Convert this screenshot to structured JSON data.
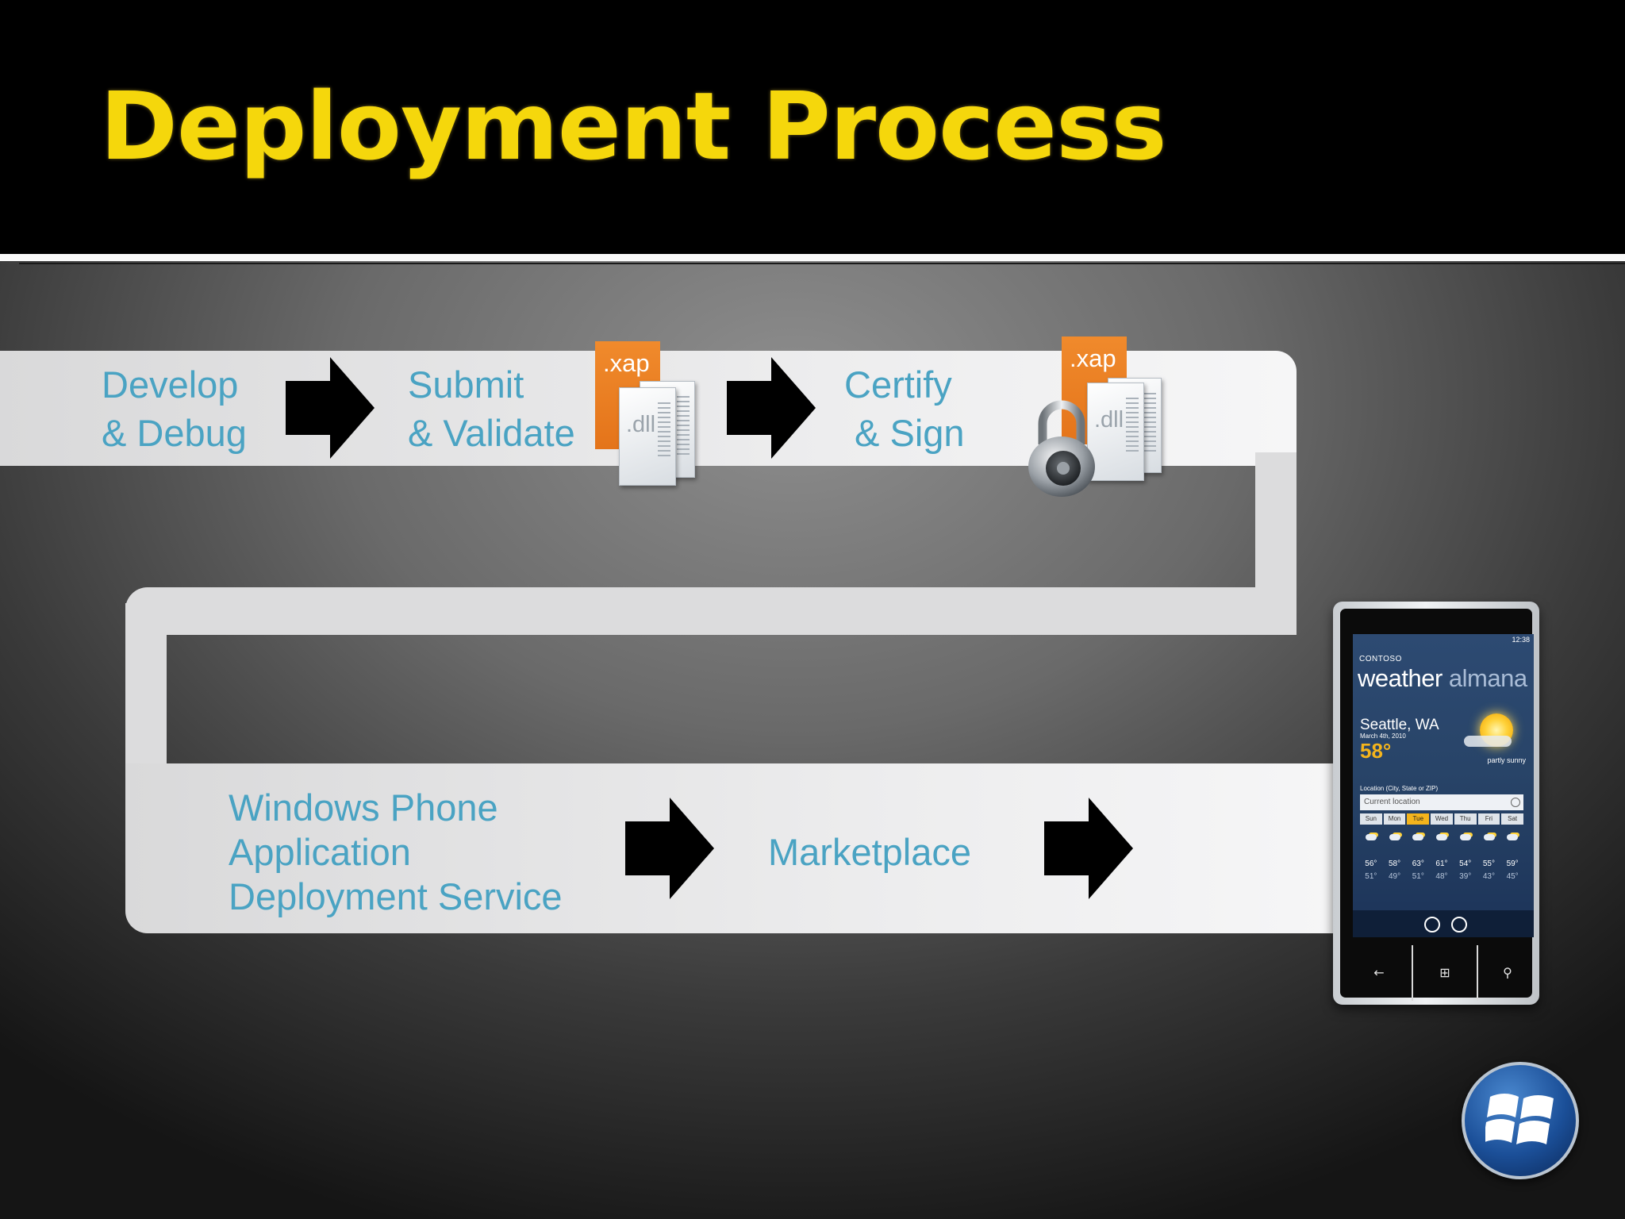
{
  "slide": {
    "title": "Deployment Process"
  },
  "steps": {
    "develop": "Develop\n& Debug",
    "submit": "Submit\n& Validate",
    "certify": "Certify\n & Sign",
    "deploy_service": "Windows Phone\nApplication\nDeployment Service",
    "marketplace": "Marketplace"
  },
  "files": {
    "xap_label": ".xap",
    "dll_label": ".dll"
  },
  "icons": [
    "arrow-right-icon",
    "xap-file-icon",
    "dll-file-icon",
    "padlock-icon",
    "windows-logo-icon"
  ],
  "phone": {
    "time": "12:38",
    "brand": "CONTOSO",
    "app_name_1": "weather",
    "app_name_2": "almana",
    "city": "Seattle, WA",
    "date": "March 4th, 2010",
    "temp": "58°",
    "condition": "partly sunny",
    "location_label": "Location (City, State or ZIP)",
    "location_value": "Current location",
    "days": [
      "Sun",
      "Mon",
      "Tue",
      "Wed",
      "Thu",
      "Fri",
      "Sat"
    ],
    "selected_day": "Tue",
    "highs": [
      "56°",
      "58°",
      "63°",
      "61°",
      "54°",
      "55°",
      "59°"
    ],
    "lows": [
      "51°",
      "49°",
      "51°",
      "48°",
      "39°",
      "43°",
      "45°"
    ],
    "keys": [
      "←",
      "⊞",
      "⚲"
    ]
  },
  "colors": {
    "title": "#f5d70c",
    "step_text": "#4aa3c3",
    "xap": "#e4741a",
    "band": "#e6e6e7"
  }
}
